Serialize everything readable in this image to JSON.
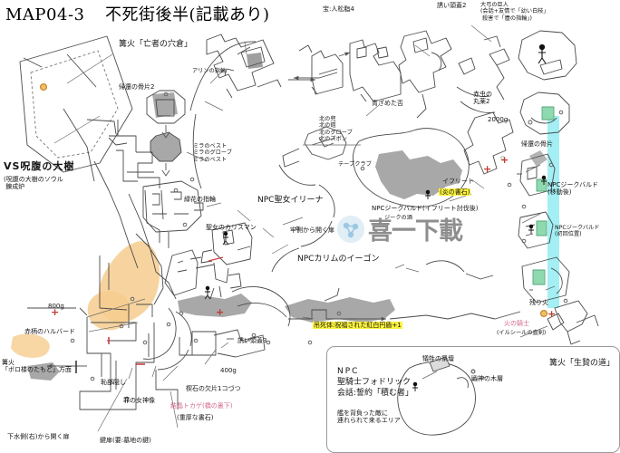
{
  "title": {
    "code": "MAP04-3",
    "name": "不死街後半(記載あり)"
  },
  "watermark": {
    "text": "喜一下載",
    "logo": "link-circle-icon"
  },
  "labels": {
    "bonfire_tomb": "篝火「亡者の穴倉」",
    "homeward_bone2": "帰還の骨片2",
    "alins_ring": "アリンの指輪",
    "treasure_pine_resin4": "宝:人松脂4",
    "alluring_skull2": "誘い頭蓋2",
    "giant_bow": "大弓の巨人\n(会話+友情で「幼い白枝」\n 殺害で「塵の指輪」)",
    "pale_tongue": "青ざめた否",
    "red_bug_pellet2": "赤虫の\n丸薬2",
    "souls_2000": "2000g",
    "homeward_bone_piece": "帰還の骨片",
    "vs_tree": "VS呪腹の大樹",
    "vs_tree_sub": "(呪腹の大樹のソウル\n 錬成炉",
    "mirrah_set": "ミラのベスト\nミラのグローブ\nミラのベスト",
    "green_flower_ring": "緑花の指輪",
    "north_set": "北の兜\n北の鎧\n北のグローブ\n北のズボン",
    "deep_crab": "テープクラブ",
    "npc_irina": "NPC聖女イリーナ",
    "saint_talisman": "聖女のカリスマン",
    "door_from_cell": "牢側から開く扉",
    "npc_eygon": "NPCカリムのイーゴン",
    "ifrit": "イフリート",
    "ifrit_stone": "(炎の書石)",
    "npc_siegward_after": "NPCジークバルド(イフリート討伐後)",
    "siegward_soup": "ジークの酒",
    "npc_siegbald_moved": "NPCジークバルド\n(移動後)",
    "npc_siegbald_first": "NPCジークバルド\n(初回位置)",
    "embers": "残り火",
    "knight_of_fire": "火の騎士",
    "knight_of_fire_sub": "(イルシールの直剣)",
    "bonfire_sacrifice": "篝火「生贄の道」",
    "hanged_body": "吊死体:祝福された紅白円盾+1",
    "gold_800": "800g",
    "red_halberd": "赤柄のハルバード",
    "bonfire_tower_dir": "篝火\n「ボロ楼のたもと」方面",
    "shame_cover": "恥部隠し",
    "goddess_statue": "罪の女神像",
    "sewer_door": "下水側(右)から開く扉",
    "locked_door": "鍵扉(要:墓地の鍵)",
    "alluring_skull3": "誘い頭蓋3",
    "gold_400": "400g",
    "titanite_shard": "楔石の欠片1コづつ",
    "crystal_lizard": "結晶トカゲ(橋の裏下)",
    "crystal_lizard_sub": "(重厚な書石)",
    "npc_box_line1": "NPC",
    "npc_box_line2": "聖騎士フォドリック",
    "npc_box_line3": "会話:誓約「積む者」",
    "npc_box_line4": "艦を背負った敵に\n連れられて来るエリア",
    "sacrifice_altar": "犠牲の祭壇",
    "war_god_tree": "戦神の木層"
  },
  "colors": {
    "bonfire": "#c8882a",
    "beam": "#7fe9ee",
    "highlight": "#fbf23c",
    "pink": "#d46a8c",
    "orange_zone": "#f6cd8e",
    "gray_zone": "#a8a8a8",
    "green_item": "#8fd9ae"
  }
}
